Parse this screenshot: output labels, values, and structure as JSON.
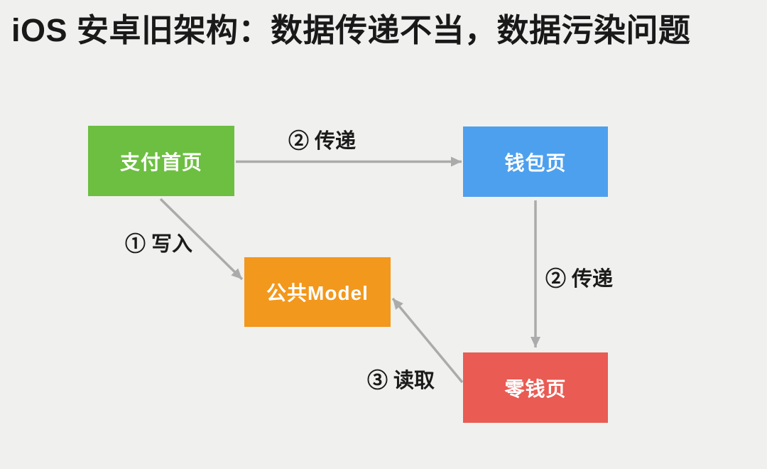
{
  "title": "iOS 安卓旧架构：数据传递不当，数据污染问题",
  "colors": {
    "background": "#f0f0ee",
    "title_text": "#191919",
    "arrow": "#ababab",
    "node_text": "#ffffff",
    "edge_label_text": "#1b1b1b"
  },
  "diagram": {
    "nodes": [
      {
        "id": "pay-home",
        "label": "支付首页",
        "color": "#6cbf41"
      },
      {
        "id": "wallet-page",
        "label": "钱包页",
        "color": "#4da0ee"
      },
      {
        "id": "public-model",
        "label": "公共Model",
        "color": "#f2981d"
      },
      {
        "id": "change-page",
        "label": "零钱页",
        "color": "#e95b53"
      }
    ],
    "edges": [
      {
        "id": "pass-top",
        "label": "② 传递",
        "from": "pay-home",
        "to": "wallet-page"
      },
      {
        "id": "write",
        "label": "① 写入",
        "from": "pay-home",
        "to": "public-model"
      },
      {
        "id": "pass-right",
        "label": "② 传递",
        "from": "wallet-page",
        "to": "change-page"
      },
      {
        "id": "read",
        "label": "③ 读取",
        "from": "change-page",
        "to": "public-model"
      }
    ]
  }
}
